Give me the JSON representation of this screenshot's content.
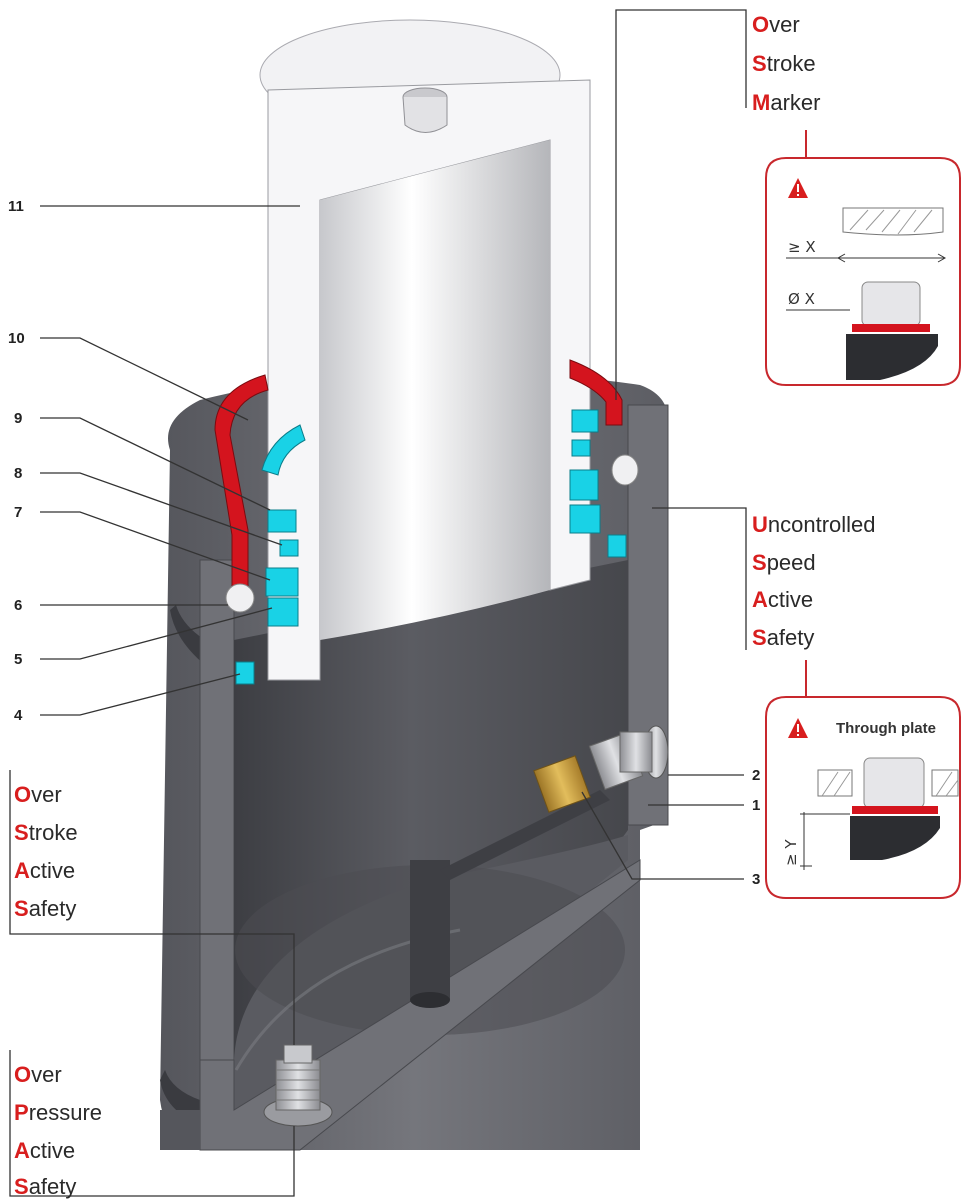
{
  "callouts": [
    {
      "id": "11",
      "label": "11"
    },
    {
      "id": "10",
      "label": "10"
    },
    {
      "id": "9",
      "label": "9"
    },
    {
      "id": "8",
      "label": "8"
    },
    {
      "id": "7",
      "label": "7"
    },
    {
      "id": "6",
      "label": "6"
    },
    {
      "id": "5",
      "label": "5"
    },
    {
      "id": "4",
      "label": "4"
    },
    {
      "id": "1",
      "label": "1"
    },
    {
      "id": "2",
      "label": "2"
    },
    {
      "id": "3",
      "label": "3"
    }
  ],
  "acronyms": {
    "osm": [
      {
        "first": "O",
        "rest": "ver"
      },
      {
        "first": "S",
        "rest": "troke"
      },
      {
        "first": "M",
        "rest": "arker"
      }
    ],
    "usas": [
      {
        "first": "U",
        "rest": "ncontrolled"
      },
      {
        "first": "S",
        "rest": "peed"
      },
      {
        "first": "A",
        "rest": "ctive"
      },
      {
        "first": "S",
        "rest": "afety"
      }
    ],
    "osas": [
      {
        "first": "O",
        "rest": "ver"
      },
      {
        "first": "S",
        "rest": "troke"
      },
      {
        "first": "A",
        "rest": "ctive"
      },
      {
        "first": "S",
        "rest": "afety"
      }
    ],
    "opas": [
      {
        "first": "O",
        "rest": "ver"
      },
      {
        "first": "P",
        "rest": "ressure"
      },
      {
        "first": "A",
        "rest": "ctive"
      },
      {
        "first": "S",
        "rest": "afety"
      }
    ]
  },
  "detail_boxes": {
    "osm": {
      "dim_length": "≥ X",
      "dim_diameter": "Ø X"
    },
    "usas": {
      "title": "Through plate",
      "dim_height": "≥ Y"
    }
  },
  "colors": {
    "accent_red": "#d81e1e",
    "box_border": "#c8282d",
    "body_gray": "#6b6c72",
    "seal_cyan": "#19d2e6",
    "ring_red": "#d4141e",
    "brass": "#c9a03c"
  }
}
